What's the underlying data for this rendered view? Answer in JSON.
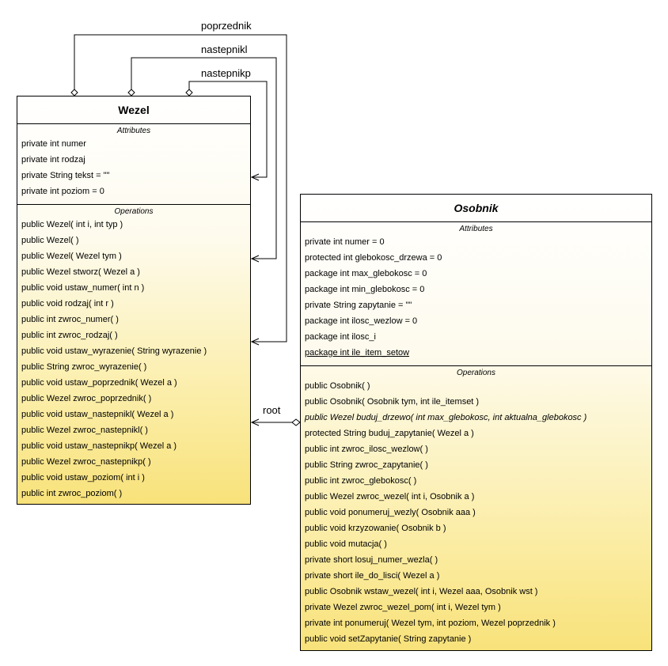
{
  "classes": {
    "wezel": {
      "name": "Wezel",
      "attributes_title": "Attributes",
      "attributes": [
        {
          "text": "private int numer"
        },
        {
          "text": "private int rodzaj"
        },
        {
          "text": "private String tekst = \"\""
        },
        {
          "text": "private int poziom = 0"
        }
      ],
      "operations_title": "Operations",
      "operations": [
        {
          "text": "public Wezel( int i, int typ )"
        },
        {
          "text": "public Wezel(  )"
        },
        {
          "text": "public Wezel( Wezel tym )"
        },
        {
          "text": "public Wezel  stworz( Wezel a )"
        },
        {
          "text": "public void  ustaw_numer( int n )"
        },
        {
          "text": "public void  rodzaj( int r )"
        },
        {
          "text": "public int  zwroc_numer(  )"
        },
        {
          "text": "public int  zwroc_rodzaj(  )"
        },
        {
          "text": "public void  ustaw_wyrazenie( String wyrazenie )"
        },
        {
          "text": "public String  zwroc_wyrazenie(  )"
        },
        {
          "text": "public void  ustaw_poprzednik( Wezel a )"
        },
        {
          "text": "public Wezel  zwroc_poprzednik(  )"
        },
        {
          "text": "public void  ustaw_nastepnikl( Wezel a )"
        },
        {
          "text": "public Wezel  zwroc_nastepnikl(  )"
        },
        {
          "text": "public void  ustaw_nastepnikp( Wezel a )"
        },
        {
          "text": "public Wezel  zwroc_nastepnikp(  )"
        },
        {
          "text": "public void  ustaw_poziom( int i )"
        },
        {
          "text": "public int  zwroc_poziom(  )"
        }
      ]
    },
    "osobnik": {
      "name": "Osobnik",
      "attributes_title": "Attributes",
      "attributes": [
        {
          "text": "private int numer = 0"
        },
        {
          "text": "protected int glebokosc_drzewa = 0"
        },
        {
          "text": "package int max_glebokosc = 0"
        },
        {
          "text": "package int min_glebokosc = 0"
        },
        {
          "text": "private String zapytanie = \"\""
        },
        {
          "text": "package int ilosc_wezlow = 0"
        },
        {
          "text": "package int ilosc_i"
        },
        {
          "text": "package int ile_item_setow",
          "static": true
        }
      ],
      "operations_title": "Operations",
      "operations": [
        {
          "text": "public Osobnik(  )"
        },
        {
          "text": "public Osobnik( Osobnik tym, int ile_itemset )"
        },
        {
          "text": "public Wezel  buduj_drzewo( int max_glebokosc, int aktualna_glebokosc )",
          "abstract": true
        },
        {
          "text": "protected String  buduj_zapytanie( Wezel a )"
        },
        {
          "text": "public int  zwroc_ilosc_wezlow(  )"
        },
        {
          "text": "public String  zwroc_zapytanie(  )"
        },
        {
          "text": "public int  zwroc_glebokosc(  )"
        },
        {
          "text": "public Wezel  zwroc_wezel( int i, Osobnik a )"
        },
        {
          "text": "public void  ponumeruj_wezly( Osobnik aaa )"
        },
        {
          "text": "public void  krzyzowanie( Osobnik b )"
        },
        {
          "text": "public void  mutacja(  )"
        },
        {
          "text": "private short  losuj_numer_wezla(  )"
        },
        {
          "text": "private short  ile_do_lisci( Wezel a )"
        },
        {
          "text": "public Osobnik  wstaw_wezel( int i, Wezel aaa, Osobnik wst )"
        },
        {
          "text": "private Wezel  zwroc_wezel_pom( int i, Wezel tym )"
        },
        {
          "text": "private int  ponumeruj( Wezel tym, int poziom, Wezel poprzednik )"
        },
        {
          "text": "public void  setZapytanie( String zapytanie )"
        }
      ]
    }
  },
  "associations": {
    "poprzednik": "poprzednik",
    "nastepnikl": "nastepnikl",
    "nastepnikp": "nastepnikp",
    "root": "root"
  }
}
